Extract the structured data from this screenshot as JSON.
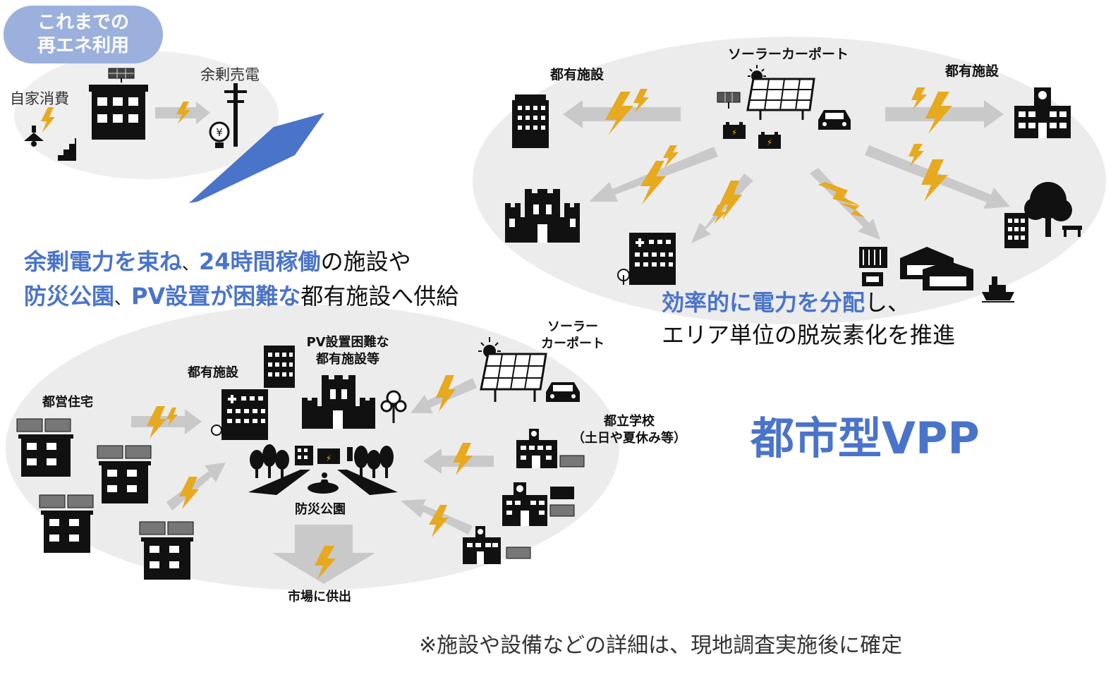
{
  "colors": {
    "accent": "#4a74c9",
    "bubble": "#9bb0dd",
    "oval": "#eeeeee",
    "arrow": "#c9c9c9",
    "bolt": "#e7a91e",
    "icon": "#111111"
  },
  "legacy": {
    "badge_line1": "これまでの",
    "badge_line2": "再エネ利用",
    "self_use": "自家消費",
    "surplus_sale": "余剰売電"
  },
  "top_right": {
    "carport": "ソーラーカーポート",
    "facility_left": "都有施設",
    "facility_right": "都有施設",
    "message_line1_accent": "効率的に電力を分配",
    "message_line1_rest": "し、",
    "message_line2": "エリア単位の脱炭素化を推進"
  },
  "middle_message": {
    "line1_a": "余剰電力を束ね",
    "line1_b": "、",
    "line1_c": "24時間稼働",
    "line1_d": "の施設や",
    "line2_a": "防災公園",
    "line2_b": "、",
    "line2_c": "PV設置が困難な",
    "line2_d": "都有施設へ供給"
  },
  "bottom_left": {
    "housing": "都営住宅",
    "facility": "都有施設",
    "pv_difficult_1": "PV設置困難な",
    "pv_difficult_2": "都有施設等",
    "carport_1": "ソーラー",
    "carport_2": "カーポート",
    "school_1": "都立学校",
    "school_2": "（土日や夏休み等）",
    "disaster_park": "防災公園",
    "market": "市場に供出"
  },
  "title": "都市型VPP",
  "footnote": "※施設や設備などの詳細は、現地調査実施後に確定"
}
